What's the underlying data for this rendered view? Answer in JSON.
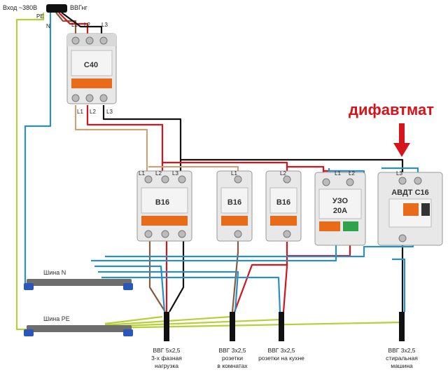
{
  "input": {
    "label": "Вход ~380В",
    "cable": "ВВГнг",
    "pe": "PE",
    "n": "N"
  },
  "main_breaker": {
    "rating": "C40",
    "lines_in": [
      "L1",
      "L2",
      "L3"
    ],
    "lines_out": [
      "L1",
      "L2",
      "L3"
    ]
  },
  "breakers": [
    {
      "rating": "B16",
      "lines": [
        "L1",
        "L2",
        "L3"
      ]
    },
    {
      "rating": "B16",
      "lines": [
        "L1"
      ]
    },
    {
      "rating": "B16",
      "lines": [
        "L2"
      ]
    },
    {
      "rating": "УЗО\n20А",
      "line1": "УЗО",
      "line2": "20А",
      "lines": [
        "L1",
        "L2"
      ]
    },
    {
      "rating": "АВДТ С16",
      "lines": [
        "L3"
      ]
    }
  ],
  "callout": "дифавтмат",
  "buses": {
    "n": "Шина N",
    "pe": "Шина PE"
  },
  "outputs": [
    {
      "line1": "ВВГ 5х2,5",
      "line2": "3-х фазная",
      "line3": "нагрузка"
    },
    {
      "line1": "ВВГ 3х2,5",
      "line2": "розетки",
      "line3": "в комнатах"
    },
    {
      "line1": "ВВГ 3х2,5",
      "line2": "розетки на кухне",
      "line3": ""
    },
    {
      "line1": "ВВГ 3х2,5",
      "line2": "стиральная",
      "line3": "машина"
    }
  ],
  "colors": {
    "red": "#d6141b",
    "blue": "#2a8fc4",
    "brown": "#8b5a3c",
    "black": "#111111",
    "green": "#b8cf3a",
    "tan": "#c9a27a"
  }
}
